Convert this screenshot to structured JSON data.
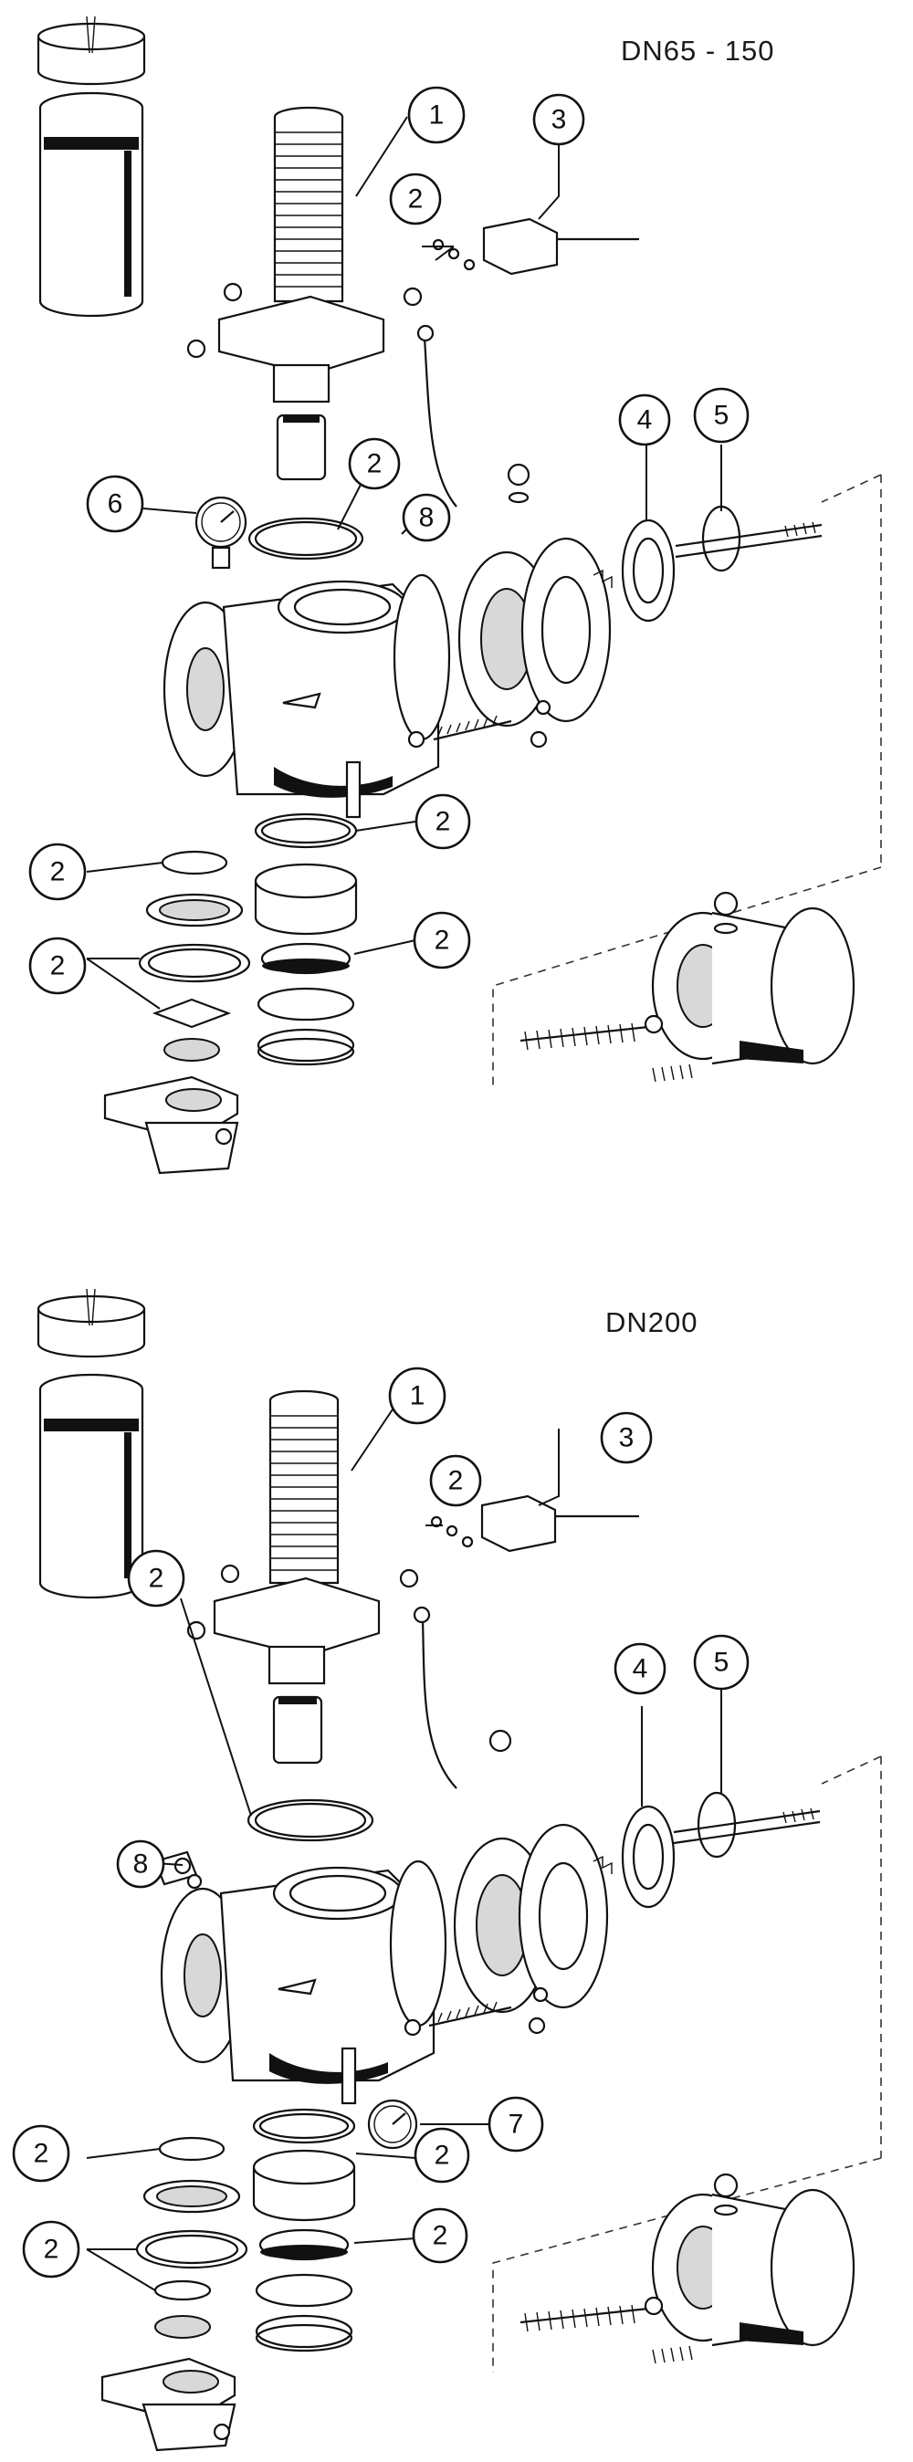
{
  "diagrams": [
    {
      "heading": "DN65 - 150",
      "callouts": [
        "1",
        "2",
        "3",
        "2",
        "4",
        "5",
        "6",
        "8",
        "2",
        "2",
        "2",
        "2"
      ]
    },
    {
      "heading": "DN200",
      "callouts": [
        "1",
        "2",
        "3",
        "4",
        "5",
        "2",
        "8",
        "7",
        "2",
        "2",
        "2",
        "2"
      ]
    }
  ]
}
